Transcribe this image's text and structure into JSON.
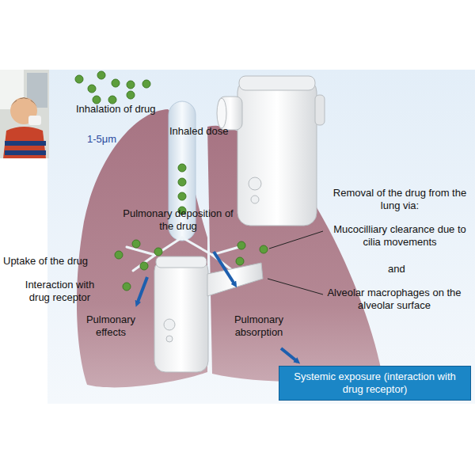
{
  "diagram": {
    "nodes": [
      {
        "text": [
          "Systemic exposure (interaction with drug receptor)"
        ]
      }
    ],
    "labels": [
      "Inhalation of drug",
      "1-5μm",
      "Inhaled dose",
      "Pulmonary deposition of the drug",
      "Uptake of the drug",
      "Interaction with drug receptor",
      "Pulmonary effects",
      "Pulmonary absorption",
      "Removal of the drug from the lung via:",
      "Mucocilliary clearance due to cilia movements",
      "and",
      "Alveolar macrophages on the alveolar surface"
    ]
  }
}
